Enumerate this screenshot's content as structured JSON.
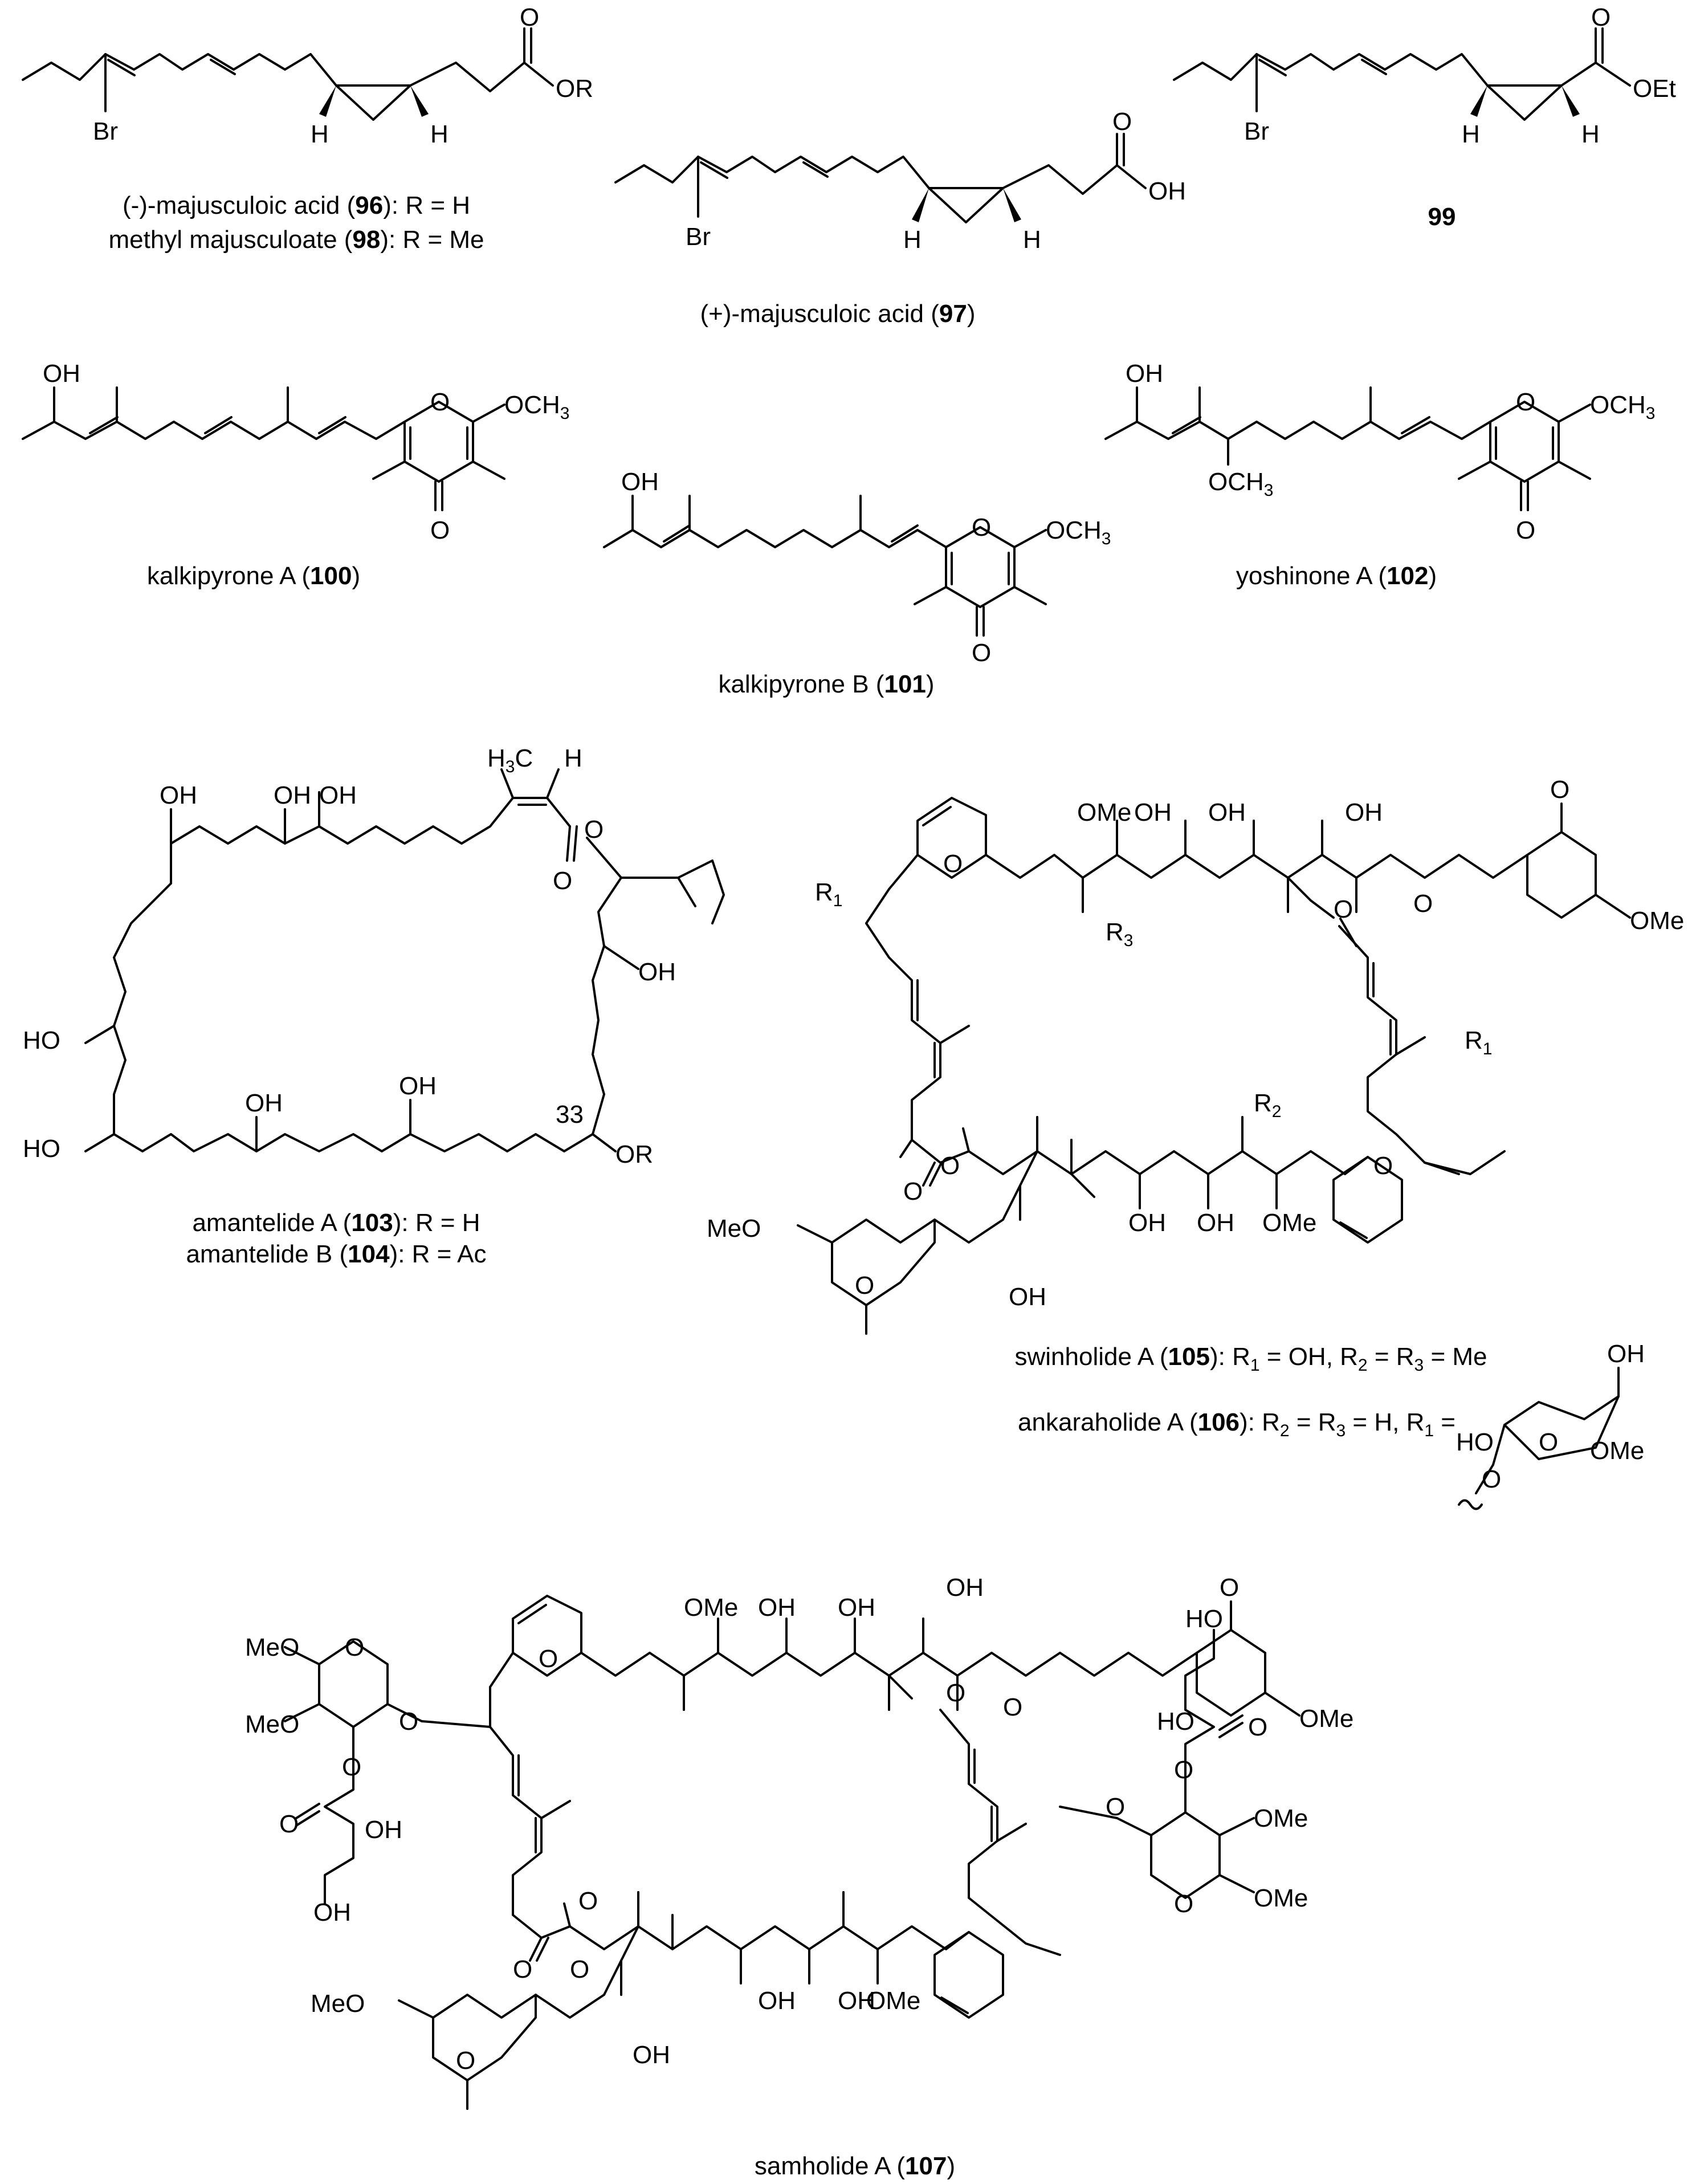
{
  "captions": {
    "c96_name": "(-)-majusculoic acid (",
    "c96_num": "96",
    "c96_tail": "): R = H",
    "c98_name": "methyl majusculoate (",
    "c98_num": "98",
    "c98_tail": "): R = Me",
    "c97_name": "(+)-majusculoic acid (",
    "c97_num": "97",
    "c97_tail": ")",
    "c99_num": "99",
    "c100_name": "kalkipyrone A (",
    "c100_num": "100",
    "c100_tail": ")",
    "c101_name": "kalkipyrone B (",
    "c101_num": "101",
    "c101_tail": ")",
    "c102_name": "yoshinone A (",
    "c102_num": "102",
    "c102_tail": ")",
    "c103_name": "amantelide A (",
    "c103_num": "103",
    "c103_tail": "): R = H",
    "c104_name": "amantelide B (",
    "c104_num": "104",
    "c104_tail": "): R = Ac",
    "c105_name": "swinholide A (",
    "c105_num": "105",
    "c105_tail": "): R",
    "c105_r1": "1",
    "c105_mid": " = OH, R",
    "c105_r2": "2",
    "c105_mid2": " = R",
    "c105_r3": "3",
    "c105_end": " = Me",
    "c106_name": "ankaraholide A (",
    "c106_num": "106",
    "c106_tail": "): R",
    "c106_r2": "2",
    "c106_mid": " = R",
    "c106_r3": "3",
    "c106_mid2": " = H, R",
    "c106_r1": "1",
    "c106_end": " =",
    "c107_name": "samholide A (",
    "c107_num": "107",
    "c107_tail": ")"
  },
  "atoms": {
    "OR": "OR",
    "O": "O",
    "OH": "OH",
    "Br": "Br",
    "H": "H",
    "OEt": "OEt",
    "OCH3": "OCH",
    "three": "3",
    "H3C": "H",
    "HO": "HO",
    "OMe": "OMe",
    "MeO": "MeO",
    "R1": "R",
    "R2": "R",
    "R3": "R",
    "one": "1",
    "two": "2",
    "n33": "33"
  }
}
